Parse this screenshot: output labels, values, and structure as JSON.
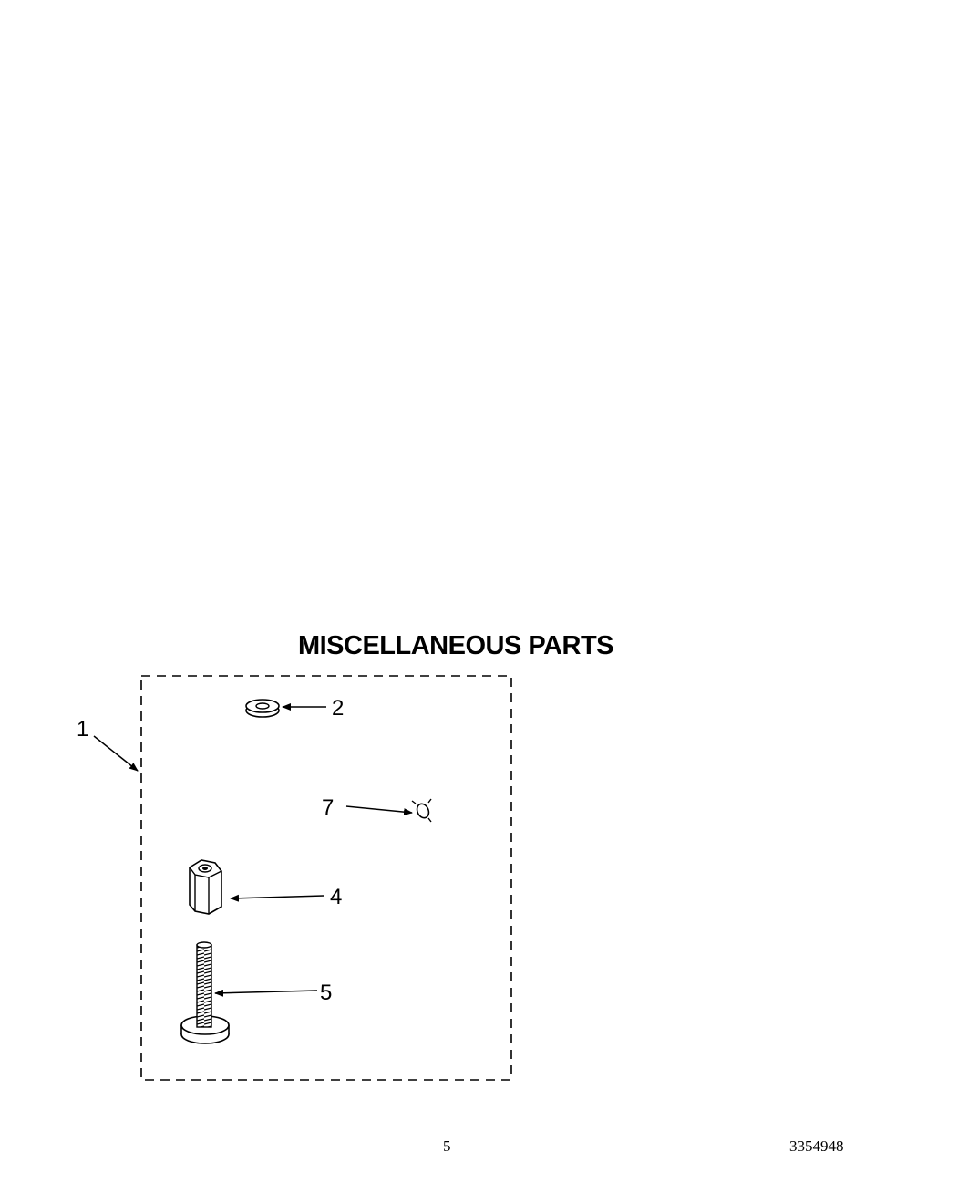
{
  "title": "MISCELLANEOUS PARTS",
  "callouts": {
    "kit": "1",
    "washer": "2",
    "clip": "7",
    "nut": "4",
    "bolt": "5"
  },
  "footer": {
    "page_number": "5",
    "document_number": "3354948"
  }
}
